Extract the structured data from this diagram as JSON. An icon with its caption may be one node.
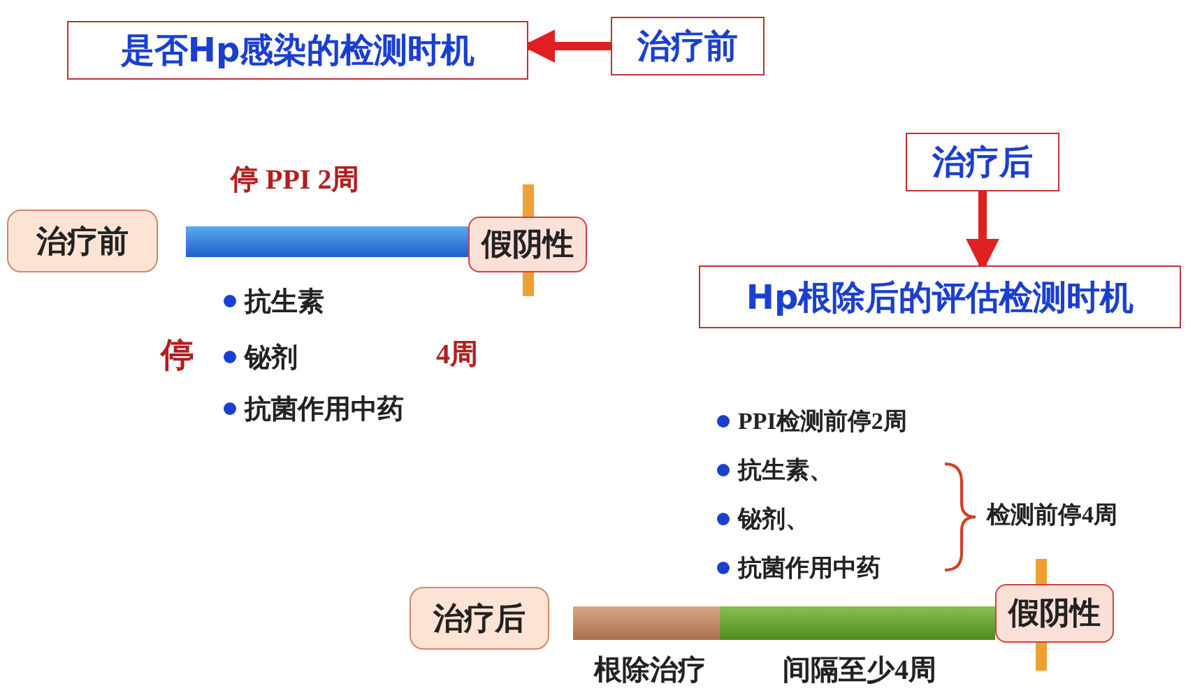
{
  "diagram": {
    "nodes": [
      {
        "text": [
          "是否Hp感染的检测时机"
        ]
      },
      {
        "text": [
          "治疗前"
        ]
      },
      {
        "text": [
          "治疗后"
        ]
      },
      {
        "text": [
          "Hp根除后的评估检测时机"
        ]
      },
      {
        "text": [
          "治疗前"
        ]
      },
      {
        "text": [],
        "shape": "bar",
        "beside": [
          "停 PPI 2周"
        ]
      },
      {
        "text": [
          "假阴性"
        ]
      },
      {
        "text": [
          "治疗后"
        ]
      },
      {
        "text": [],
        "shape": "bar",
        "beside": [
          "根除治疗"
        ]
      },
      {
        "text": [],
        "shape": "bar",
        "beside": [
          "间隔至少4周"
        ]
      },
      {
        "text": [
          "假阴性"
        ]
      }
    ],
    "edges": [
      {
        "from": 1,
        "to": 0,
        "arrow": "to"
      },
      {
        "from": 2,
        "to": 3,
        "arrow": "to"
      }
    ],
    "labels": [
      "抗生素",
      "停",
      "铋剂",
      "4周",
      "抗菌作用中药",
      "PPI检测前停2周",
      "抗生素、",
      "铋剂、",
      "检测前停4周",
      "抗菌作用中药"
    ]
  }
}
